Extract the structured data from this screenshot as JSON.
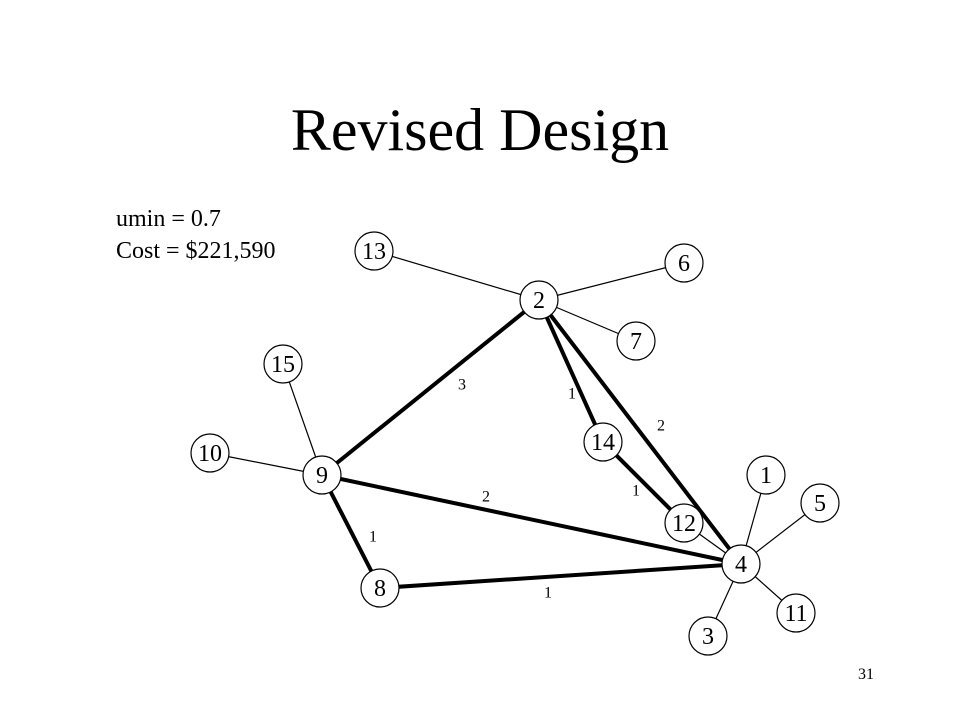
{
  "title": "Revised Design",
  "info": {
    "umin": "umin = 0.7",
    "cost": "Cost = $221,590"
  },
  "page_number": "31",
  "graph": {
    "nodes": [
      "13",
      "6",
      "2",
      "7",
      "15",
      "10",
      "9",
      "14",
      "1",
      "5",
      "12",
      "4",
      "8",
      "11",
      "3"
    ],
    "edges": [
      {
        "from": "13",
        "to": "2",
        "trunk": false,
        "label": ""
      },
      {
        "from": "6",
        "to": "2",
        "trunk": false,
        "label": ""
      },
      {
        "from": "7",
        "to": "2",
        "trunk": false,
        "label": ""
      },
      {
        "from": "15",
        "to": "9",
        "trunk": false,
        "label": ""
      },
      {
        "from": "10",
        "to": "9",
        "trunk": false,
        "label": ""
      },
      {
        "from": "1",
        "to": "4",
        "trunk": false,
        "label": ""
      },
      {
        "from": "5",
        "to": "4",
        "trunk": false,
        "label": ""
      },
      {
        "from": "11",
        "to": "4",
        "trunk": false,
        "label": ""
      },
      {
        "from": "3",
        "to": "4",
        "trunk": false,
        "label": ""
      },
      {
        "from": "12",
        "to": "4",
        "trunk": false,
        "label": ""
      },
      {
        "from": "2",
        "to": "9",
        "trunk": true,
        "label": "3"
      },
      {
        "from": "2",
        "to": "14",
        "trunk": true,
        "label": "1"
      },
      {
        "from": "2",
        "to": "4",
        "trunk": true,
        "label": "2"
      },
      {
        "from": "14",
        "to": "12",
        "trunk": true,
        "label": "1"
      },
      {
        "from": "9",
        "to": "4",
        "trunk": true,
        "label": "2"
      },
      {
        "from": "9",
        "to": "8",
        "trunk": true,
        "label": "1"
      },
      {
        "from": "8",
        "to": "4",
        "trunk": true,
        "label": "1"
      }
    ]
  }
}
